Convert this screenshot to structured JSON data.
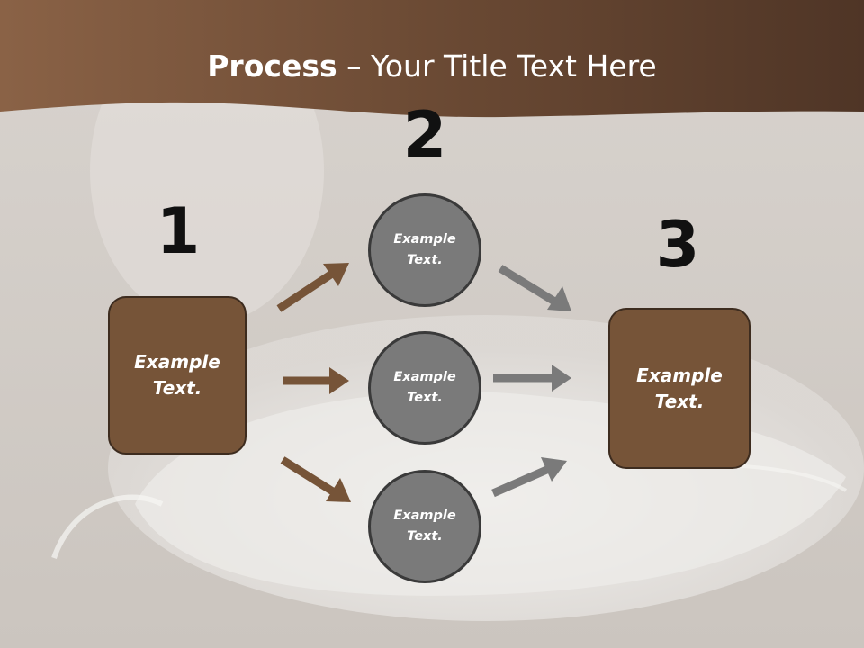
{
  "title": {
    "bold": "Process",
    "rest": " – Your Title Text Here"
  },
  "numbers": [
    "1",
    "2",
    "3"
  ],
  "box_left": {
    "line1": "Example",
    "line2": "Text."
  },
  "box_right": {
    "line1": "Example",
    "line2": "Text."
  },
  "circles": [
    {
      "line1": "Example",
      "line2": "Text."
    },
    {
      "line1": "Example",
      "line2": "Text."
    },
    {
      "line1": "Example",
      "line2": "Text."
    }
  ],
  "colors": {
    "brown": "#765438",
    "gray": "#7a7a7a",
    "header": "#5f4331"
  }
}
